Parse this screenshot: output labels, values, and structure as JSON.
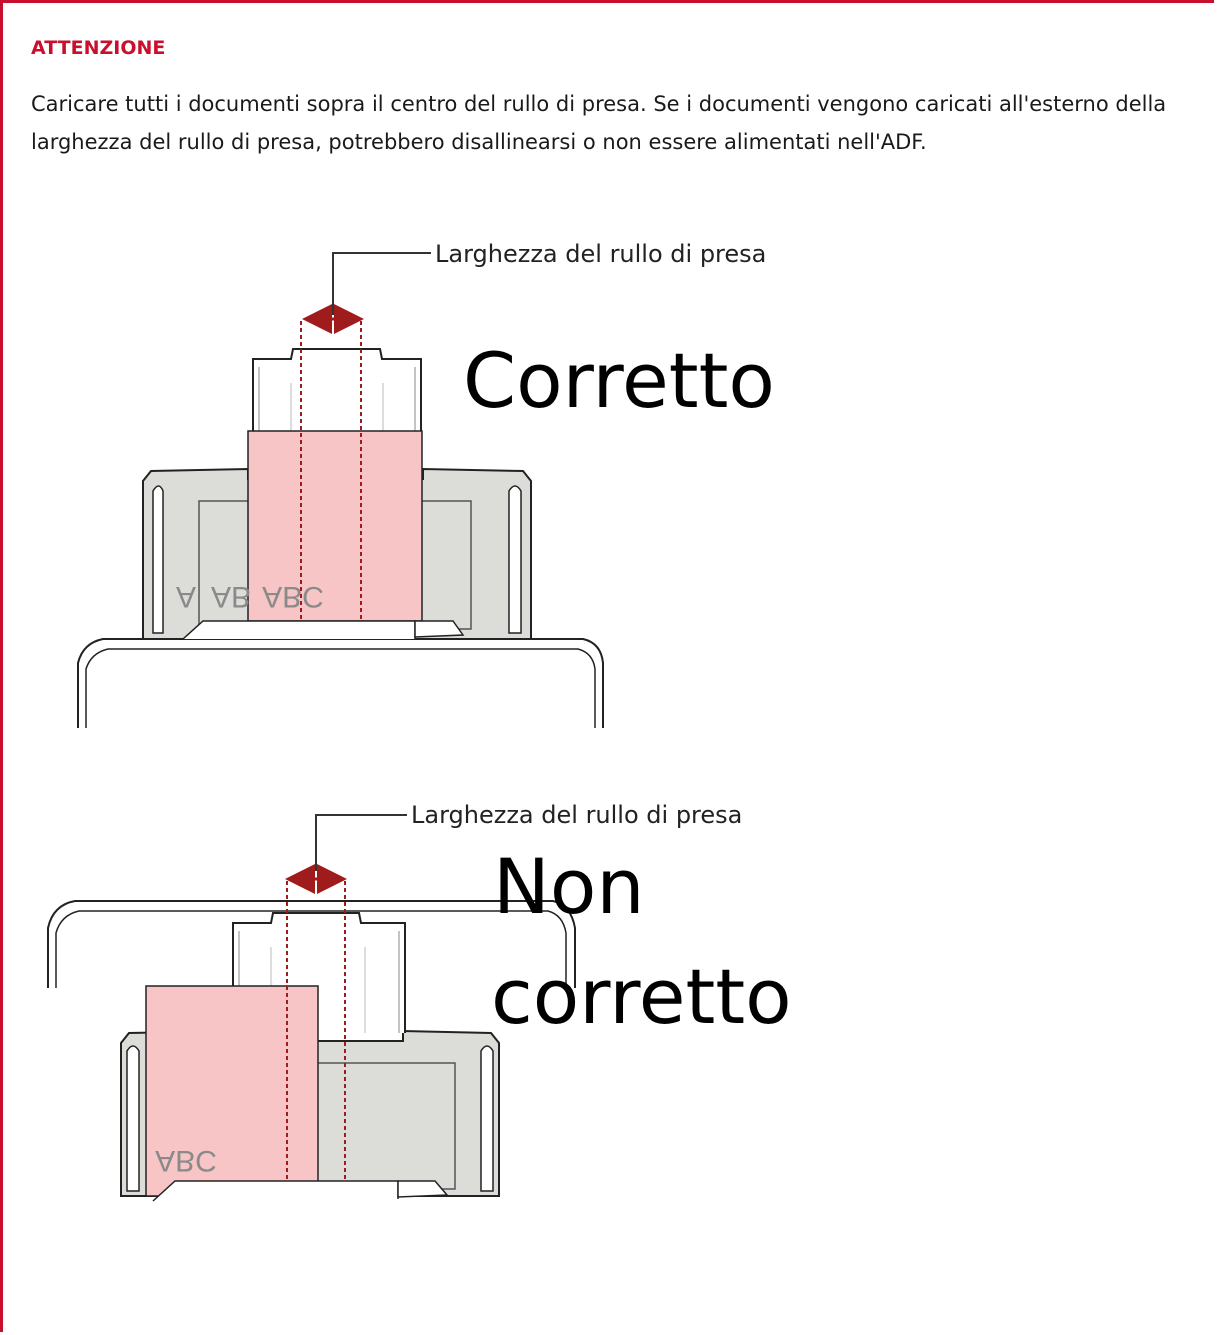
{
  "caution": {
    "title": "ATTENZIONE",
    "body": "Caricare tutti i documenti sopra il centro del rullo di presa. Se i documenti vengono caricati all'esterno della larghezza del rullo di presa, potrebbero disallinearsi o non essere alimentati nell'ADF."
  },
  "figures": {
    "correct": {
      "callout": "Larghezza del rullo di presa",
      "verdict": "Corretto",
      "doc_marks": [
        "A",
        "AB",
        "ABC"
      ]
    },
    "incorrect": {
      "callout": "Larghezza del rullo di presa",
      "verdict_line1": "Non",
      "verdict_line2": "corretto",
      "doc_mark": "ABC"
    }
  },
  "colors": {
    "accent": "#c8102e",
    "paper": "#f7c5c5",
    "tray": "#dcdcd8",
    "dimension": "#a01b1b"
  }
}
